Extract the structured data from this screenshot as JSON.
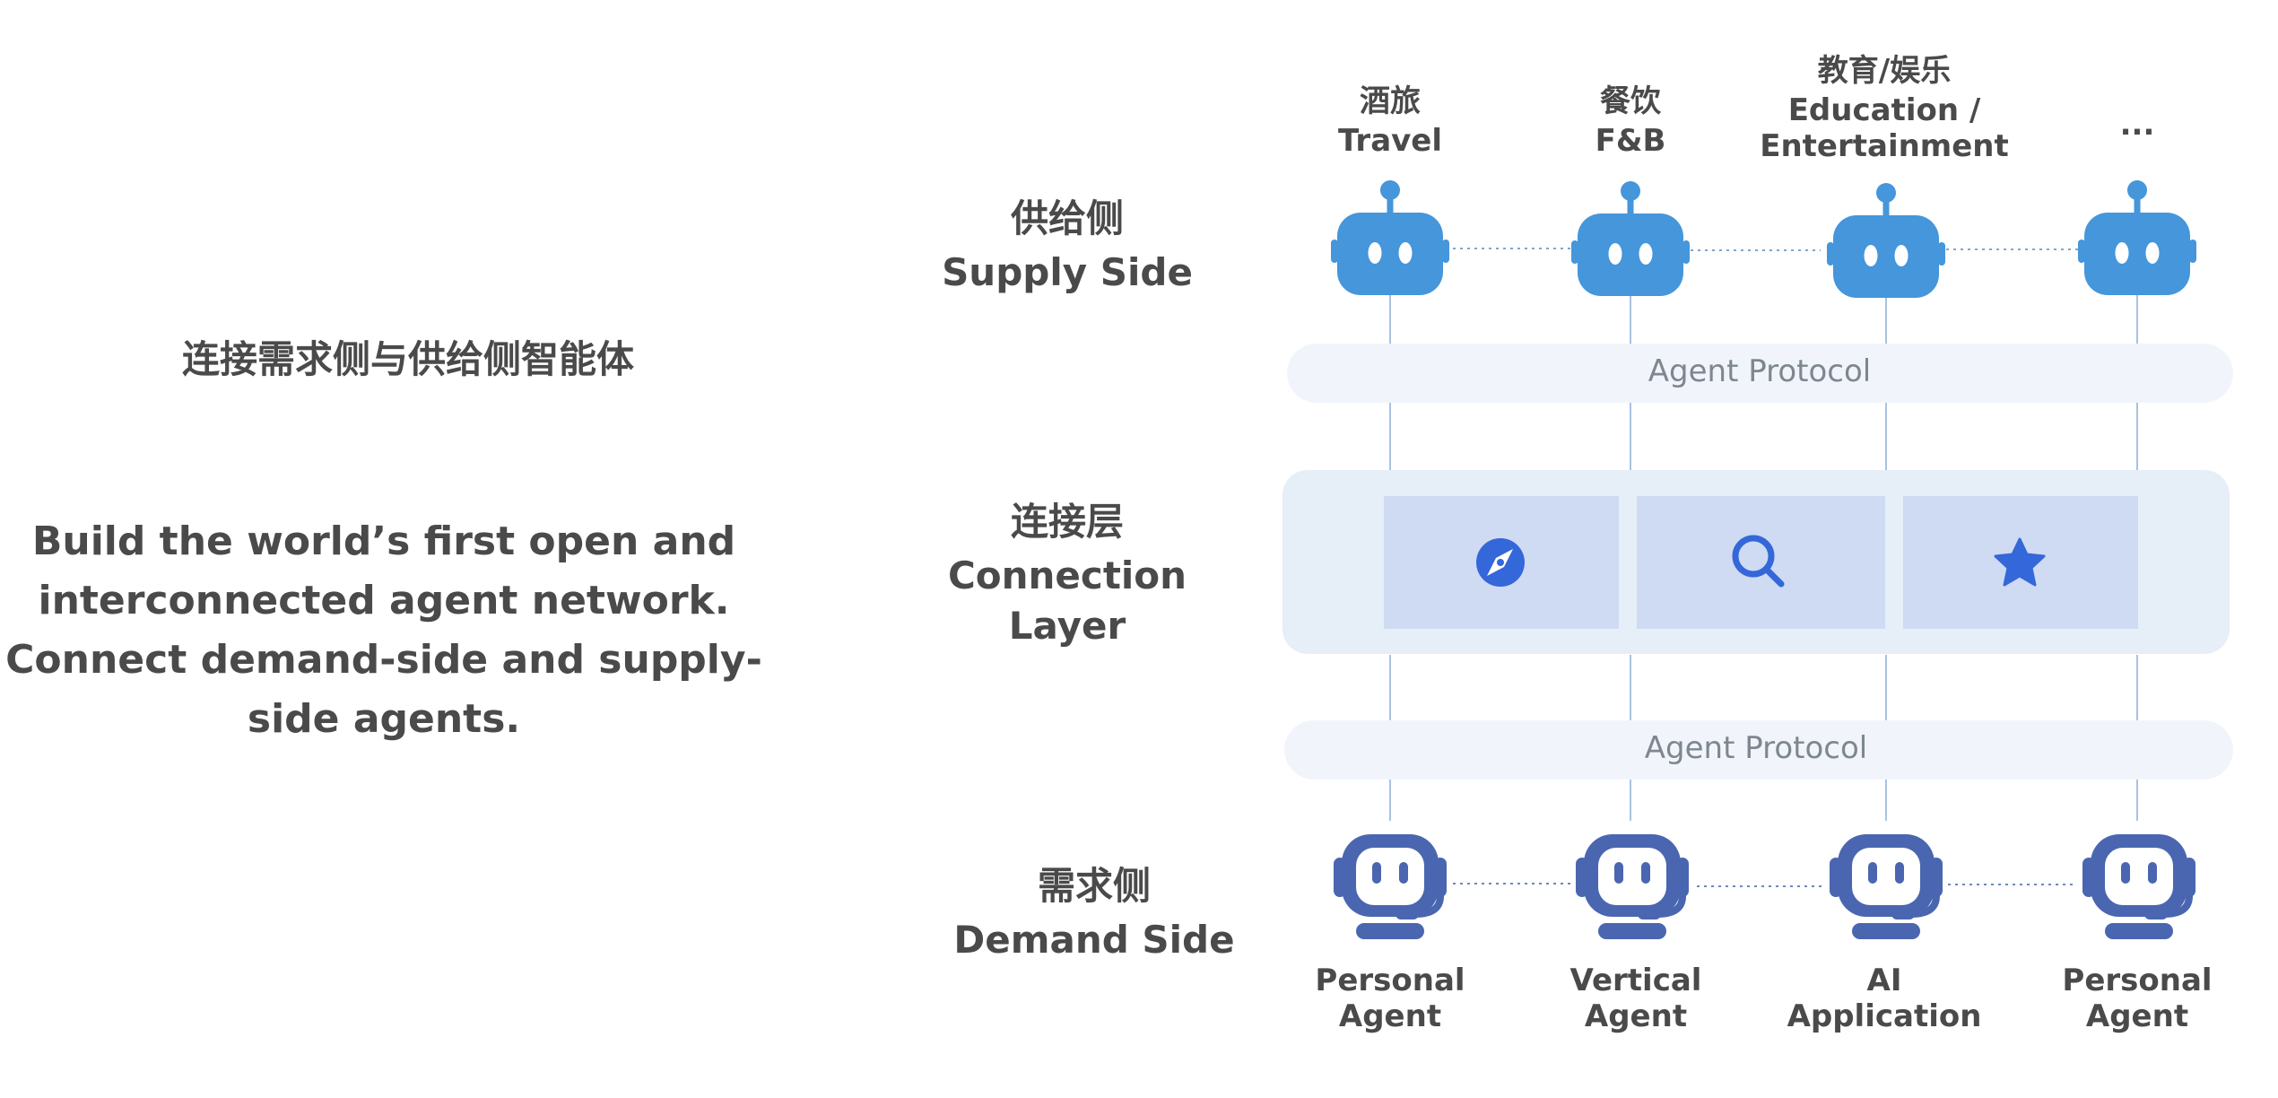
{
  "left_panel": {
    "heading": "连接需求侧与供给侧智能体",
    "body_lines": [
      "Build the world’s first open and",
      "interconnected agent network.",
      "Connect demand-side and supply-",
      "side agents."
    ]
  },
  "rows": {
    "supply": {
      "zh": "供给侧",
      "en": "Supply Side"
    },
    "connection": {
      "zh": "连接层",
      "en_line1": "Connection",
      "en_line2": "Layer"
    },
    "demand": {
      "zh": "需求侧",
      "en": "Demand Side"
    }
  },
  "supply_agents": [
    {
      "lines": [
        "酒旅",
        "Travel"
      ]
    },
    {
      "lines": [
        "餐饮",
        "F&B"
      ]
    },
    {
      "lines": [
        "教育/娱乐",
        "Education /",
        "Entertainment"
      ]
    },
    {
      "lines": [
        "..."
      ]
    }
  ],
  "protocol_bands": {
    "top": "Agent Protocol",
    "bottom": "Agent Protocol"
  },
  "connection_tiles": [
    {
      "icon": "compass-icon"
    },
    {
      "icon": "search-icon"
    },
    {
      "icon": "star-icon"
    }
  ],
  "demand_agents": [
    {
      "lines": [
        "Personal",
        "Agent"
      ]
    },
    {
      "lines": [
        "Vertical",
        "Agent"
      ]
    },
    {
      "lines": [
        "AI",
        "Application"
      ]
    },
    {
      "lines": [
        "Personal",
        "Agent"
      ]
    }
  ],
  "colors": {
    "supply_robot": "#4596DB",
    "demand_robot": "#4A66B0",
    "protocol_band": "#F1F5FB",
    "connection_panel": "#E6EEF8",
    "tile": "#CFDAF3",
    "icon_blue": "#3467D9",
    "text_dark": "#4A4A4A",
    "text_protocol": "#7E8790",
    "line": "#A9C2E0"
  }
}
